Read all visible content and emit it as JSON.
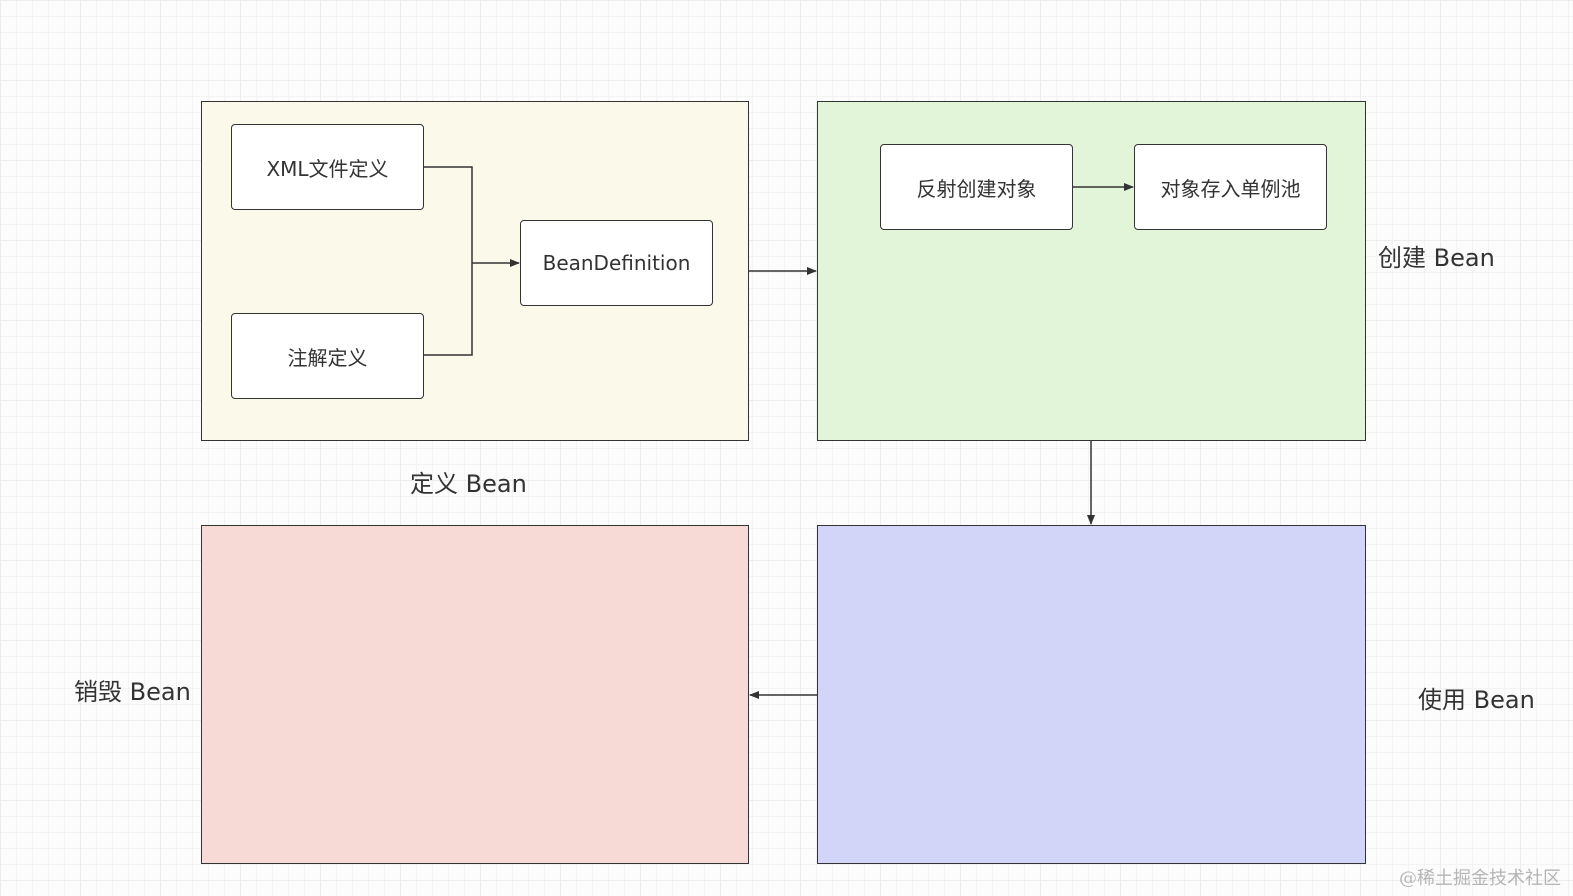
{
  "colors": {
    "define_panel": "#faf9ea",
    "create_panel": "#e3f5d9",
    "destroy_panel": "#f7dad6",
    "use_panel": "#d2d5f7",
    "stroke": "#333333"
  },
  "panels": {
    "define": {
      "caption": "定义 Bean"
    },
    "create": {
      "caption": "创建 Bean"
    },
    "use": {
      "caption": "使用 Bean"
    },
    "destroy": {
      "caption": "销毁 Bean"
    }
  },
  "nodes": {
    "xml": "XML文件定义",
    "annotation": "注解定义",
    "bean_definition": "BeanDefinition",
    "reflect_create": "反射创建对象",
    "store_singleton": "对象存入单例池"
  },
  "watermark": "@稀土掘金技术社区"
}
